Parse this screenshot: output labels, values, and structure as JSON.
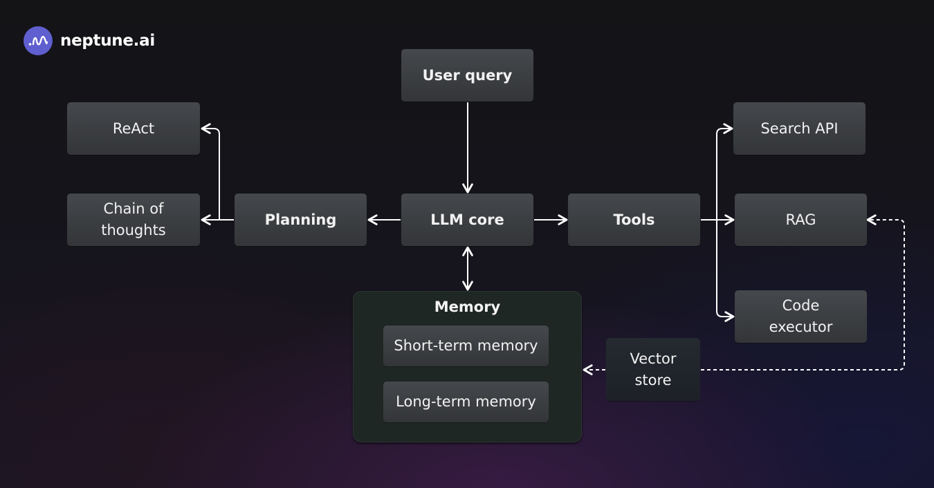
{
  "brand": {
    "name": "neptune.ai",
    "logo_icon": "neptune-wave-logo-icon",
    "logo_color": "#5f5fcf"
  },
  "nodes": {
    "user_query": "User query",
    "llm_core": "LLM core",
    "planning": "Planning",
    "tools": "Tools",
    "react": "ReAct",
    "chain_of_thoughts": [
      "Chain of",
      "thoughts"
    ],
    "search_api": "Search API",
    "rag": "RAG",
    "code_executor": [
      "Code",
      "executor"
    ],
    "vector_store": [
      "Vector",
      "store"
    ]
  },
  "memory": {
    "title": "Memory",
    "items": [
      "Short-term memory",
      "Long-term memory"
    ]
  },
  "edges": [
    {
      "from": "User query",
      "to": "LLM core",
      "style": "solid"
    },
    {
      "from": "LLM core",
      "to": "Planning",
      "style": "solid"
    },
    {
      "from": "LLM core",
      "to": "Tools",
      "style": "solid"
    },
    {
      "from": "LLM core",
      "to": "Memory",
      "style": "solid",
      "bidirectional": true
    },
    {
      "from": "Planning",
      "to": "ReAct",
      "style": "solid"
    },
    {
      "from": "Planning",
      "to": "Chain of thoughts",
      "style": "solid"
    },
    {
      "from": "Tools",
      "to": "Search API",
      "style": "solid"
    },
    {
      "from": "Tools",
      "to": "RAG",
      "style": "solid"
    },
    {
      "from": "Tools",
      "to": "Code executor",
      "style": "solid"
    },
    {
      "from": "Vector store",
      "to": "RAG",
      "style": "dashed"
    },
    {
      "from": "Vector store",
      "to": "Memory",
      "style": "dashed"
    }
  ],
  "colors": {
    "node_fill_top": "#45484c",
    "node_fill_bottom": "#333538",
    "memory_fill": "#1f2725",
    "vector_fill": "#22272d",
    "arrow": "#ffffff",
    "text": "#f2f2f2"
  }
}
